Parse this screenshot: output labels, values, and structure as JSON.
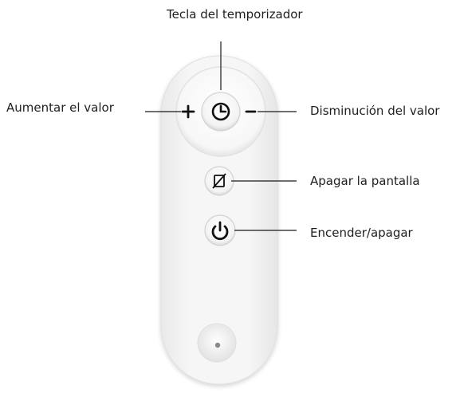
{
  "labels": {
    "timer_key": "Tecla del temporizador",
    "increase": "Aumentar el valor",
    "decrease": "Disminución del valor",
    "screen_off": "Apagar la pantalla",
    "power": "Encender/apagar"
  },
  "icons": {
    "timer": "clock-icon",
    "plus": "plus-icon",
    "minus": "minus-icon",
    "screen_off": "screen-off-icon",
    "power": "power-icon"
  },
  "colors": {
    "remote_body": "#f3f3f3",
    "button_face": "#fbfbfb",
    "icon": "#111111"
  }
}
